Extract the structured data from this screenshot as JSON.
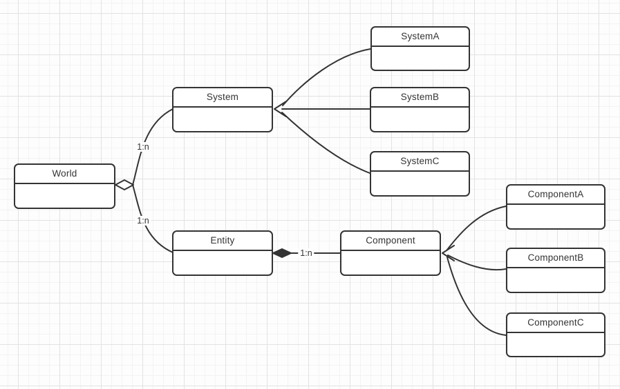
{
  "diagram": {
    "nodes": {
      "world": {
        "label": "World"
      },
      "system": {
        "label": "System"
      },
      "entity": {
        "label": "Entity"
      },
      "component": {
        "label": "Component"
      },
      "system_a": {
        "label": "SystemA"
      },
      "system_b": {
        "label": "SystemB"
      },
      "system_c": {
        "label": "SystemC"
      },
      "component_a": {
        "label": "ComponentA"
      },
      "component_b": {
        "label": "ComponentB"
      },
      "component_c": {
        "label": "ComponentC"
      }
    },
    "edge_labels": {
      "world_system": "1:n",
      "world_entity": "1:n",
      "entity_component": "1:n"
    },
    "colors": {
      "stroke": "#333333",
      "node_fill": "#ffffff",
      "text": "#333333",
      "grid_major": "#e2e2e2",
      "grid_minor": "#f3f3f3",
      "background": "#fdfdfd"
    }
  }
}
